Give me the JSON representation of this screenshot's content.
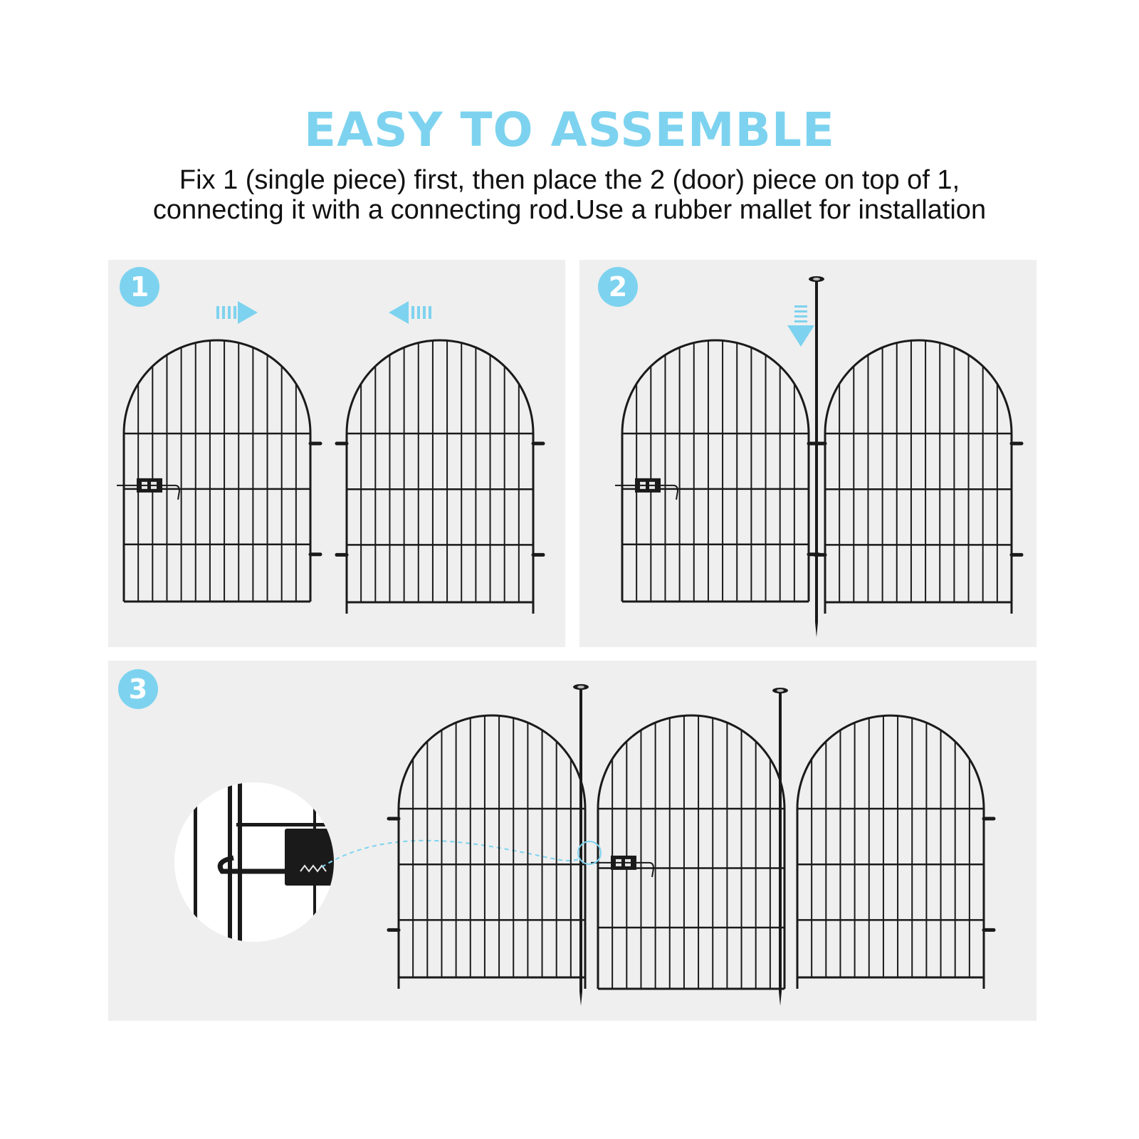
{
  "header": {
    "title": "EASY TO ASSEMBLE",
    "subtitle_line1": "Fix 1 (single piece) first, then place the 2 (door) piece on top of 1,",
    "subtitle_line2": "connecting it with a connecting rod.Use a rubber mallet for installation"
  },
  "steps": [
    {
      "number": "1"
    },
    {
      "number": "2"
    },
    {
      "number": "3"
    }
  ],
  "colors": {
    "accent": "#7dd3ef",
    "panel": "#efefef",
    "fence": "#1a1a1a"
  }
}
